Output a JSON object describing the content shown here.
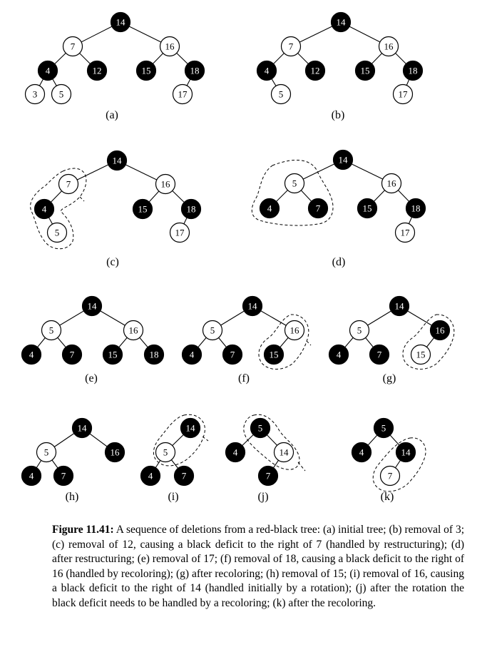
{
  "panels": [
    {
      "label": "(a)",
      "nodes": [
        {
          "id": "n14",
          "value": "14",
          "color": "black"
        },
        {
          "id": "n7",
          "value": "7",
          "color": "red"
        },
        {
          "id": "n16",
          "value": "16",
          "color": "red"
        },
        {
          "id": "n4",
          "value": "4",
          "color": "black"
        },
        {
          "id": "n12",
          "value": "12",
          "color": "black"
        },
        {
          "id": "n15",
          "value": "15",
          "color": "black"
        },
        {
          "id": "n18",
          "value": "18",
          "color": "black"
        },
        {
          "id": "n3",
          "value": "3",
          "color": "red"
        },
        {
          "id": "n5",
          "value": "5",
          "color": "red"
        },
        {
          "id": "n17",
          "value": "17",
          "color": "red"
        }
      ],
      "edges": [
        [
          "n14",
          "n7"
        ],
        [
          "n14",
          "n16"
        ],
        [
          "n7",
          "n4"
        ],
        [
          "n7",
          "n12"
        ],
        [
          "n16",
          "n15"
        ],
        [
          "n16",
          "n18"
        ],
        [
          "n4",
          "n3"
        ],
        [
          "n4",
          "n5"
        ],
        [
          "n18",
          "n17"
        ]
      ]
    },
    {
      "label": "(b)",
      "nodes": [
        {
          "id": "n14",
          "value": "14",
          "color": "black"
        },
        {
          "id": "n7",
          "value": "7",
          "color": "red"
        },
        {
          "id": "n16",
          "value": "16",
          "color": "red"
        },
        {
          "id": "n4",
          "value": "4",
          "color": "black"
        },
        {
          "id": "n12",
          "value": "12",
          "color": "black"
        },
        {
          "id": "n15",
          "value": "15",
          "color": "black"
        },
        {
          "id": "n18",
          "value": "18",
          "color": "black"
        },
        {
          "id": "n5",
          "value": "5",
          "color": "red"
        },
        {
          "id": "n17",
          "value": "17",
          "color": "red"
        }
      ],
      "edges": [
        [
          "n14",
          "n7"
        ],
        [
          "n14",
          "n16"
        ],
        [
          "n7",
          "n4"
        ],
        [
          "n7",
          "n12"
        ],
        [
          "n16",
          "n15"
        ],
        [
          "n16",
          "n18"
        ],
        [
          "n4",
          "n5"
        ],
        [
          "n18",
          "n17"
        ]
      ]
    },
    {
      "label": "(c)",
      "nodes": [
        {
          "id": "n14",
          "value": "14",
          "color": "black"
        },
        {
          "id": "n7",
          "value": "7",
          "color": "red"
        },
        {
          "id": "n16",
          "value": "16",
          "color": "red"
        },
        {
          "id": "n4",
          "value": "4",
          "color": "black"
        },
        {
          "id": "n15",
          "value": "15",
          "color": "black"
        },
        {
          "id": "n18",
          "value": "18",
          "color": "black"
        },
        {
          "id": "n5",
          "value": "5",
          "color": "red"
        },
        {
          "id": "n17",
          "value": "17",
          "color": "red"
        }
      ],
      "edges": [
        [
          "n14",
          "n7"
        ],
        [
          "n14",
          "n16"
        ],
        [
          "n7",
          "n4"
        ],
        [
          "n16",
          "n15"
        ],
        [
          "n16",
          "n18"
        ],
        [
          "n4",
          "n5"
        ],
        [
          "n18",
          "n17"
        ]
      ]
    },
    {
      "label": "(d)",
      "nodes": [
        {
          "id": "n14",
          "value": "14",
          "color": "black"
        },
        {
          "id": "n5",
          "value": "5",
          "color": "red"
        },
        {
          "id": "n16",
          "value": "16",
          "color": "red"
        },
        {
          "id": "n4",
          "value": "4",
          "color": "black"
        },
        {
          "id": "n7",
          "value": "7",
          "color": "black"
        },
        {
          "id": "n15",
          "value": "15",
          "color": "black"
        },
        {
          "id": "n18",
          "value": "18",
          "color": "black"
        },
        {
          "id": "n17",
          "value": "17",
          "color": "red"
        }
      ],
      "edges": [
        [
          "n14",
          "n5"
        ],
        [
          "n14",
          "n16"
        ],
        [
          "n5",
          "n4"
        ],
        [
          "n5",
          "n7"
        ],
        [
          "n16",
          "n15"
        ],
        [
          "n16",
          "n18"
        ],
        [
          "n18",
          "n17"
        ]
      ]
    },
    {
      "label": "(e)",
      "nodes": [
        {
          "id": "n14",
          "value": "14",
          "color": "black"
        },
        {
          "id": "n5",
          "value": "5",
          "color": "red"
        },
        {
          "id": "n16",
          "value": "16",
          "color": "red"
        },
        {
          "id": "n4",
          "value": "4",
          "color": "black"
        },
        {
          "id": "n7",
          "value": "7",
          "color": "black"
        },
        {
          "id": "n15",
          "value": "15",
          "color": "black"
        },
        {
          "id": "n18",
          "value": "18",
          "color": "black"
        }
      ],
      "edges": [
        [
          "n14",
          "n5"
        ],
        [
          "n14",
          "n16"
        ],
        [
          "n5",
          "n4"
        ],
        [
          "n5",
          "n7"
        ],
        [
          "n16",
          "n15"
        ],
        [
          "n16",
          "n18"
        ]
      ]
    },
    {
      "label": "(f)",
      "nodes": [
        {
          "id": "n14",
          "value": "14",
          "color": "black"
        },
        {
          "id": "n5",
          "value": "5",
          "color": "red"
        },
        {
          "id": "n16",
          "value": "16",
          "color": "red"
        },
        {
          "id": "n4",
          "value": "4",
          "color": "black"
        },
        {
          "id": "n7",
          "value": "7",
          "color": "black"
        },
        {
          "id": "n15",
          "value": "15",
          "color": "black"
        }
      ],
      "edges": [
        [
          "n14",
          "n5"
        ],
        [
          "n14",
          "n16"
        ],
        [
          "n5",
          "n4"
        ],
        [
          "n5",
          "n7"
        ],
        [
          "n16",
          "n15"
        ]
      ]
    },
    {
      "label": "(g)",
      "nodes": [
        {
          "id": "n14",
          "value": "14",
          "color": "black"
        },
        {
          "id": "n5",
          "value": "5",
          "color": "red"
        },
        {
          "id": "n16",
          "value": "16",
          "color": "black"
        },
        {
          "id": "n4",
          "value": "4",
          "color": "black"
        },
        {
          "id": "n7",
          "value": "7",
          "color": "black"
        },
        {
          "id": "n15",
          "value": "15",
          "color": "red"
        }
      ],
      "edges": [
        [
          "n14",
          "n5"
        ],
        [
          "n14",
          "n16"
        ],
        [
          "n5",
          "n4"
        ],
        [
          "n5",
          "n7"
        ],
        [
          "n16",
          "n15"
        ]
      ]
    },
    {
      "label": "(h)",
      "nodes": [
        {
          "id": "n14",
          "value": "14",
          "color": "black"
        },
        {
          "id": "n5",
          "value": "5",
          "color": "red"
        },
        {
          "id": "n16",
          "value": "16",
          "color": "black"
        },
        {
          "id": "n4",
          "value": "4",
          "color": "black"
        },
        {
          "id": "n7",
          "value": "7",
          "color": "black"
        }
      ],
      "edges": [
        [
          "n14",
          "n5"
        ],
        [
          "n14",
          "n16"
        ],
        [
          "n5",
          "n4"
        ],
        [
          "n5",
          "n7"
        ]
      ]
    },
    {
      "label": "(i)",
      "nodes": [
        {
          "id": "n14",
          "value": "14",
          "color": "black"
        },
        {
          "id": "n5",
          "value": "5",
          "color": "red"
        },
        {
          "id": "n4",
          "value": "4",
          "color": "black"
        },
        {
          "id": "n7",
          "value": "7",
          "color": "black"
        }
      ],
      "edges": [
        [
          "n14",
          "n5"
        ],
        [
          "n5",
          "n4"
        ],
        [
          "n5",
          "n7"
        ]
      ]
    },
    {
      "label": "(j)",
      "nodes": [
        {
          "id": "n5",
          "value": "5",
          "color": "black"
        },
        {
          "id": "n4",
          "value": "4",
          "color": "black"
        },
        {
          "id": "n14",
          "value": "14",
          "color": "red"
        },
        {
          "id": "n7",
          "value": "7",
          "color": "black"
        }
      ],
      "edges": [
        [
          "n5",
          "n4"
        ],
        [
          "n5",
          "n14"
        ],
        [
          "n14",
          "n7"
        ]
      ]
    },
    {
      "label": "(k)",
      "nodes": [
        {
          "id": "n5",
          "value": "5",
          "color": "black"
        },
        {
          "id": "n4",
          "value": "4",
          "color": "black"
        },
        {
          "id": "n14",
          "value": "14",
          "color": "black"
        },
        {
          "id": "n7",
          "value": "7",
          "color": "red"
        }
      ],
      "edges": [
        [
          "n5",
          "n4"
        ],
        [
          "n5",
          "n14"
        ],
        [
          "n14",
          "n7"
        ]
      ]
    }
  ],
  "caption": {
    "label": "Figure 11.41:",
    "text": "A sequence of deletions from a red-black tree: (a) initial tree; (b) removal of 3; (c) removal of 12, causing a black deficit to the right of 7 (handled by restructuring); (d) after restructuring; (e) removal of 17; (f) removal of 18, causing a black deficit to the right of 16 (handled by recoloring); (g) after recoloring; (h) removal of 15; (i) removal of 16, causing a black deficit to the right of 14 (handled initially by a rotation); (j) after the rotation the black deficit needs to be handled by a recoloring; (k) after the recoloring."
  }
}
